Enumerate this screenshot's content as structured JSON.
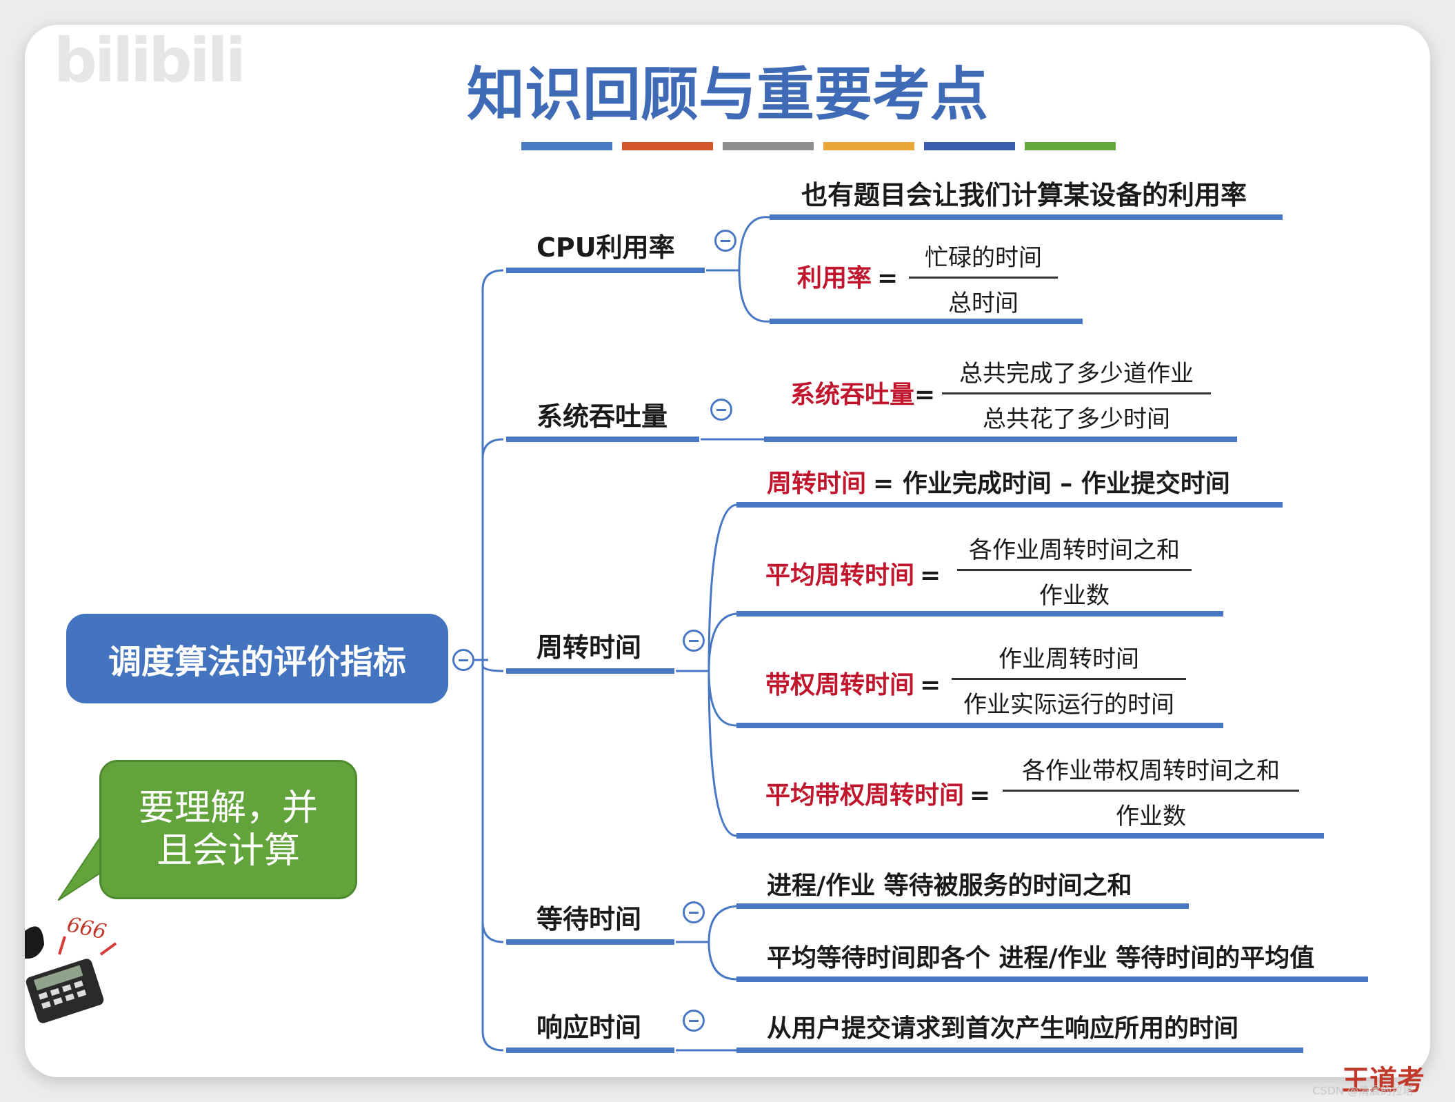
{
  "watermark": "bilibili",
  "title": "知识回顾与重要考点",
  "title_bar_colors": [
    "#4a7cc4",
    "#d4562c",
    "#8e8e8e",
    "#e9a73a",
    "#3d5db0",
    "#65a83b"
  ],
  "colors": {
    "line": "#4878c3",
    "root_fill": "#4474c0",
    "red": "#c0152c",
    "bubble": "#62a33b"
  },
  "root": {
    "label": "调度算法的评价指标"
  },
  "bubble": {
    "line1": "要理解，并",
    "line2": "且会计算"
  },
  "calculator_note": "666",
  "branches": {
    "cpu": {
      "label": "CPU利用率",
      "note": "也有题目会让我们计算某设备的利用率",
      "formula": {
        "lhs": "利用率",
        "eq": "=",
        "numerator": "忙碌的时间",
        "denominator": "总时间"
      }
    },
    "throughput": {
      "label": "系统吞吐量",
      "formula": {
        "lhs": "系统吞吐量",
        "eq": "=",
        "numerator": "总共完成了多少道作业",
        "denominator": "总共花了多少时间"
      }
    },
    "turnaround": {
      "label": "周转时间",
      "def": {
        "lhs": "周转时间",
        "rhs": "= 作业完成时间 – 作业提交时间"
      },
      "avg": {
        "lhs": "平均周转时间",
        "eq": "=",
        "numerator": "各作业周转时间之和",
        "denominator": "作业数"
      },
      "weighted": {
        "lhs": "带权周转时间",
        "eq": "=",
        "numerator": "作业周转时间",
        "denominator": "作业实际运行的时间"
      },
      "avg_weighted": {
        "lhs": "平均带权周转时间",
        "eq": "=",
        "numerator": "各作业带权周转时间之和",
        "denominator": "作业数"
      }
    },
    "waiting": {
      "label": "等待时间",
      "item1": "进程/作业 等待被服务的时间之和",
      "item2": "平均等待时间即各个 进程/作业 等待时间的平均值"
    },
    "response": {
      "label": "响应时间",
      "item1": "从用户提交请求到首次产生响应所用的时间"
    }
  },
  "footer": {
    "csdn": "CSDN @清晨的拉塔",
    "publisher": "王道考"
  }
}
